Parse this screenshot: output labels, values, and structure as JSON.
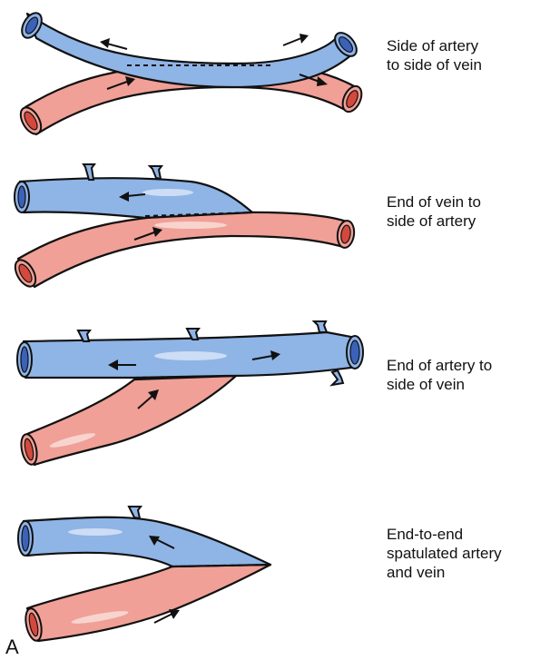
{
  "panel_label": "A",
  "diagrams": [
    {
      "caption": "Side of artery\nto side of vein"
    },
    {
      "caption": "End of vein to\nside of artery"
    },
    {
      "caption": "End of artery to\nside of vein"
    },
    {
      "caption": "End-to-end\nspatulated artery\nand vein"
    }
  ],
  "colors": {
    "vein": "#8fb4e6",
    "artery": "#f0a096",
    "outline": "#111111"
  }
}
